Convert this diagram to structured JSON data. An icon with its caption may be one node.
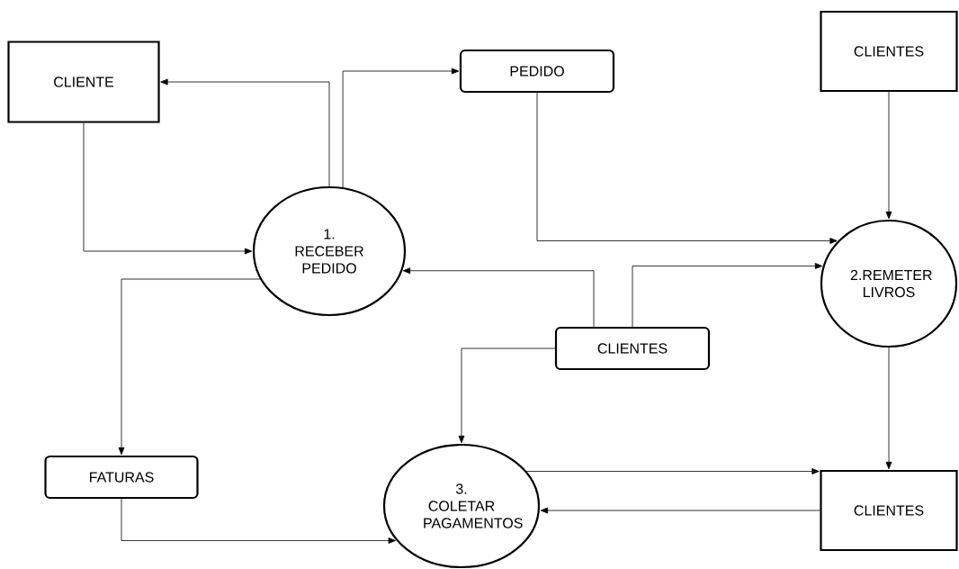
{
  "diagram": {
    "nodes": [
      {
        "text": [
          "CLIENTE"
        ]
      },
      {
        "text": [
          "PEDIDO"
        ]
      },
      {
        "text": [
          "CLIENTES"
        ]
      },
      {
        "text": [
          "1. RECEBER PEDIDO"
        ]
      },
      {
        "text": [
          "2.REMETER LIVROS"
        ]
      },
      {
        "text": [
          "CLIENTES"
        ]
      },
      {
        "text": [
          "FATURAS"
        ]
      },
      {
        "text": [
          "3. COLETAR PAGAMENTOS"
        ]
      },
      {
        "text": [
          "CLIENTES"
        ]
      }
    ],
    "edges": [
      {
        "from": 3,
        "to": 0,
        "arrow": "to"
      },
      {
        "from": 3,
        "to": 1,
        "arrow": "to"
      },
      {
        "from": 0,
        "to": 3,
        "arrow": "to"
      },
      {
        "from": 3,
        "to": 6,
        "arrow": "to"
      },
      {
        "from": 5,
        "to": 3,
        "arrow": "to"
      },
      {
        "from": 5,
        "to": 4,
        "arrow": "to"
      },
      {
        "from": 1,
        "to": 4,
        "arrow": "to"
      },
      {
        "from": 2,
        "to": 4,
        "arrow": "to"
      },
      {
        "from": 5,
        "to": 7,
        "arrow": "to"
      },
      {
        "from": 4,
        "to": 8,
        "arrow": "to"
      },
      {
        "from": 7,
        "to": 8,
        "arrow": "to"
      },
      {
        "from": 8,
        "to": 7,
        "arrow": "to"
      },
      {
        "from": 6,
        "to": 7,
        "arrow": "to"
      }
    ]
  }
}
